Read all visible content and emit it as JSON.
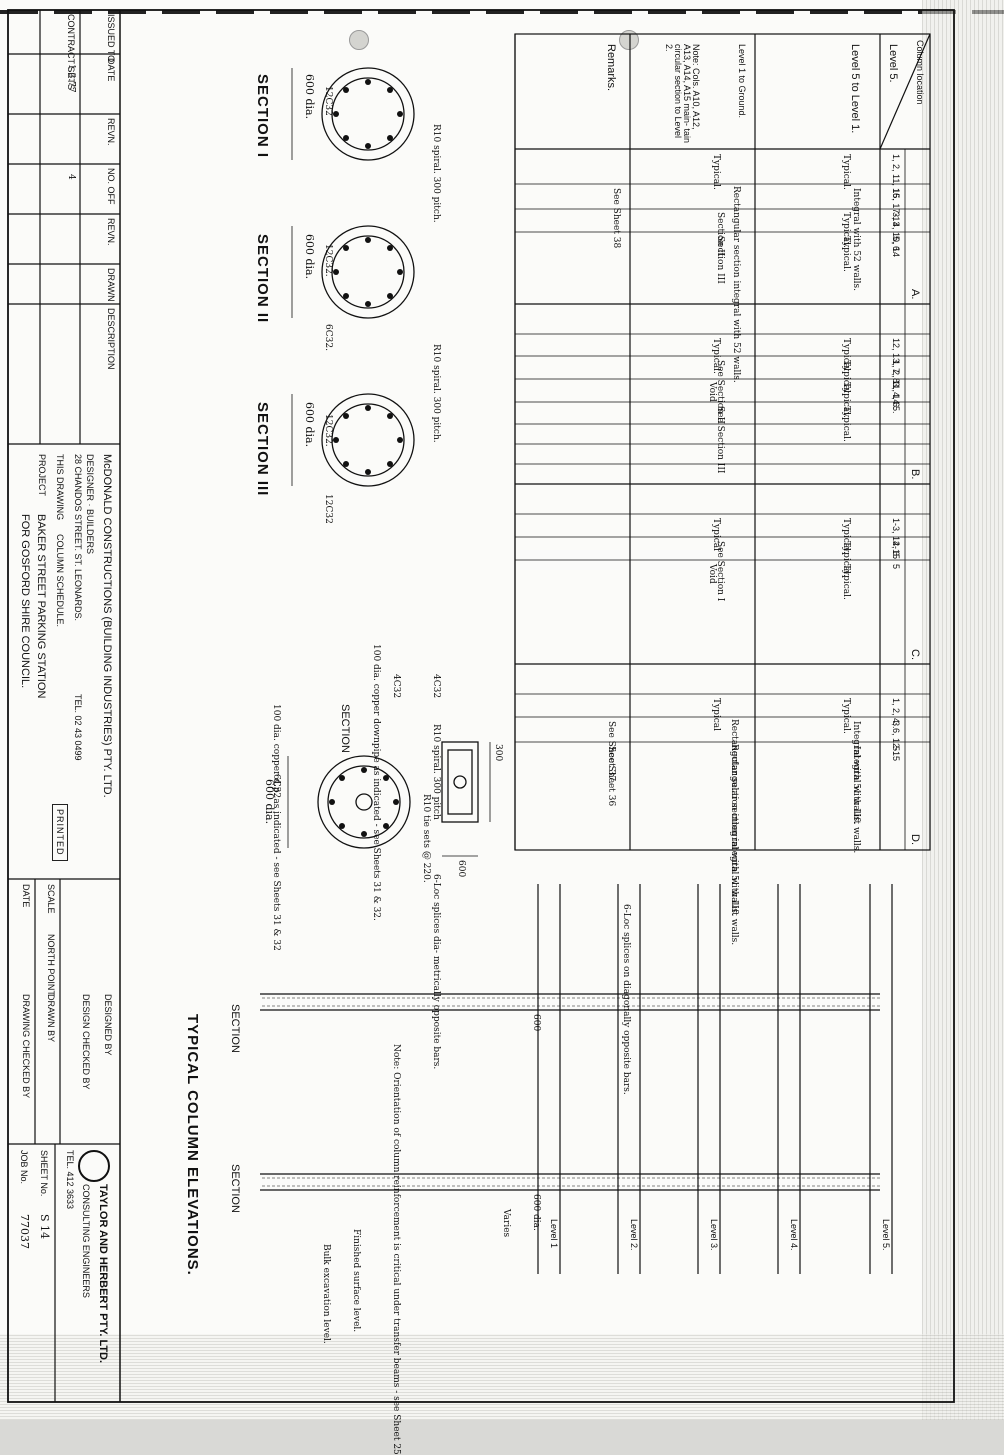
{
  "schedule": {
    "header_location": "Column location",
    "row_labels": [
      "Level 5.",
      "Level 5 to Level 1.",
      "Level 1 to Ground.",
      "Remarks."
    ],
    "row_note": "Note: Cols. A10, A12, A13, A14, A15 main- tain circular section to Level 2.",
    "groups": [
      {
        "letter": "A.",
        "cols": [
          "1, 2, 11, 15, 17-13",
          "16.",
          "3, 4, 10, 14",
          "5, 6."
        ],
        "upper": [
          "Typical.",
          "Integral with 52 walls.",
          "Typical.",
          "Typical."
        ],
        "lower": [
          "Typical.",
          "Rectangular section integral with 52 walls.",
          "Section II",
          "Section III"
        ],
        "remark": "See Sheet 38"
      },
      {
        "letter": "B.",
        "cols": [
          "12, 13, 7, 8",
          "1, 2, 11, 14",
          "3, 4, 6.",
          "5."
        ],
        "upper": [
          "Typical.",
          "Typical.",
          "Typical.",
          "Typical."
        ],
        "lower": [
          "Typical.",
          "See Section II",
          "Void",
          "See Section III"
        ]
      },
      {
        "letter": "C.",
        "cols": [
          "1-3, 12-15",
          "4, 6.",
          "5"
        ],
        "upper": [
          "Typical.",
          "Typical.",
          "Typical."
        ],
        "lower": [
          "Typical",
          "See Section I",
          "Void"
        ]
      },
      {
        "letter": "D.",
        "cols": [
          "1, 2, 4, 6, 12-15",
          "3.",
          "5."
        ],
        "upper": [
          "Typical.",
          "Integral with 51 walls.",
          "Integral with Lift walls."
        ],
        "lower": [
          "Typical",
          "Rectangular section integral with 51 walls.",
          "Rectangular section integral with Lift walls."
        ],
        "remarks": [
          "See Sheet 37.",
          "See Sheet 36"
        ]
      }
    ]
  },
  "sections": {
    "s1": {
      "title": "SECTION I",
      "dia": "600 dia.",
      "bars": "12C32",
      "spiral": "R10 spiral. 300 pitch."
    },
    "s2": {
      "title": "SECTION II",
      "dia": "600 dia.",
      "bars": "12C32.",
      "extra": "6C32.",
      "spiral": "R10 spiral. 300 pitch."
    },
    "s3": {
      "title": "SECTION III",
      "dia": "600 dia.",
      "bars": "12C32.",
      "extra": "12C32"
    },
    "s_rect": {
      "bars_top": "4C32",
      "bars": "4C32",
      "downpipe": "100 dia. copper downpipe as indicated - see Sheets 31 & 32.",
      "width": "300",
      "depth": "600",
      "ties": "R10 tie sets @ 220.",
      "splices": "6-Loc splices dia- metrically opposite bars."
    },
    "s4": {
      "title": "SECTION",
      "downpipe": "100 dia. copper d.p. as indicated - see Sheets 31 & 32",
      "bars": "6C32",
      "spiral": "R10 spiral. 300 pitch",
      "dia": "600 dia."
    }
  },
  "elevations": {
    "section_a": "SECTION",
    "section_b": "SECTION",
    "title": "TYPICAL COLUMN ELEVATIONS.",
    "splice_note": "6-Loc splices on diagonally opposite bars.",
    "orientation_note": "Note: Orientation of column reinforcement is critical under transfer beams - see Sheet 25",
    "dim_600": "600",
    "dim_600_dia": "600 dia.",
    "varies": "Varies",
    "levels": [
      "Level 5.",
      "Level 4.",
      "Level 3.",
      "Level 2.",
      "Level 1"
    ],
    "finished_surface": "Finished surface level.",
    "bulk_excavation": "Bulk excavation level."
  },
  "title_block": {
    "issued_to": "ISSUED TO",
    "date_label": "DATE",
    "revn": "REVN.",
    "no_off": "NO. OFF",
    "drawn": "DRAWN",
    "description": "DESCRIPTION",
    "contract_sets": "CONTRACT SETS",
    "contract_date": "1.3.77",
    "contract_count": "4",
    "company": "McDONALD CONSTRUCTIONS (BUILDING INDUSTRIES) PTY. LTD.",
    "company_sub": "DESIGNER · BUILDERS",
    "company_address": "28 CHANDOS STREET. ST. LEONARDS.",
    "company_tel": "TEL. 02 43 0499",
    "this_drawing_label": "THIS DRAWING",
    "this_drawing": "COLUMN SCHEDULE.",
    "project_label": "PROJECT",
    "project_line1": "BAKER STREET PARKING STATION",
    "project_line2": "FOR GOSFORD SHIRE COUNCIL.",
    "stamp": "PRINTED",
    "scale_label": "SCALE",
    "north_point": "NORTH POINT",
    "designed_by": "DESIGNED BY",
    "design_checked": "DESIGN CHECKED BY",
    "drawn_by": "DRAWN BY",
    "drawing_checked": "DRAWING CHECKED BY",
    "consultant": "TAYLOR AND HERBERT PTY. LTD.",
    "consultant_sub": "CONSULTING ENGINEERS",
    "consultant_tel": "TEL. 412 3633",
    "sheet_label": "SHEET No.",
    "sheet_no": "S 14",
    "job_label": "JOB No.",
    "job_no": "77037"
  }
}
